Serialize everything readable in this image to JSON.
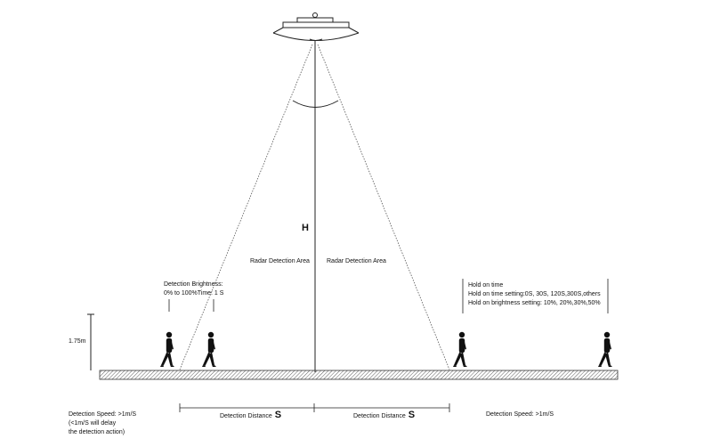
{
  "height_marker": "H",
  "radar_area_left": "Radar Detection Area",
  "radar_area_right": "Radar Detection Area",
  "person_height": "1.75m",
  "detection_brightness": {
    "line1": "Detection Brightness:",
    "line2": "0% to 100%Time: 1 S"
  },
  "hold_on": {
    "line1": "Hold on time",
    "line2": "Hold on time setting:0S, 30S, 120S,300S,others",
    "line3": "Hold on brightness setting: 10%, 20%,30%,50%"
  },
  "speed_left": {
    "line1": "Detection Speed: >1m/S",
    "line2": "(<1m/S will delay",
    "line3": "the detection action)"
  },
  "speed_right": "Detection Speed: >1m/S",
  "distance_left": {
    "label": "Detection Distance",
    "symbol": "S"
  },
  "distance_right": {
    "label": "Detection Distance",
    "symbol": "S"
  },
  "colors": {
    "line": "#222222",
    "dotted": "#555555",
    "person": "#111111"
  }
}
